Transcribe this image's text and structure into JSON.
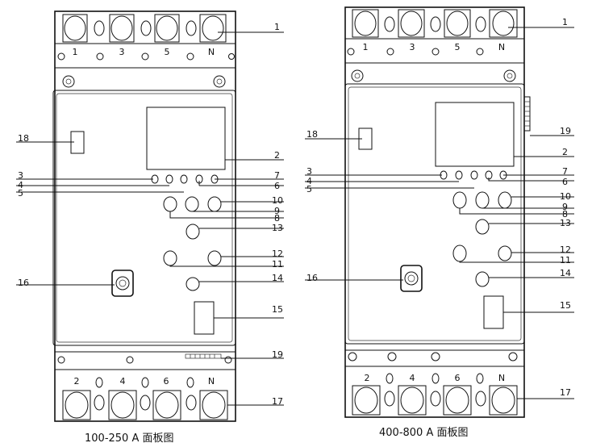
{
  "diagram_left": {
    "caption": "100-250 A 面板图",
    "terminal_top_labels": [
      "1",
      "3",
      "5",
      "N"
    ],
    "terminal_bottom_labels": [
      "2",
      "4",
      "6",
      "N"
    ],
    "callouts": [
      "1",
      "2",
      "3",
      "4",
      "5",
      "6",
      "7",
      "8",
      "9",
      "10",
      "11",
      "12",
      "13",
      "14",
      "15",
      "16",
      "17",
      "18",
      "19"
    ]
  },
  "diagram_right": {
    "caption": "400-800 A 面板图",
    "terminal_top_labels": [
      "1",
      "3",
      "5",
      "N"
    ],
    "terminal_bottom_labels": [
      "2",
      "4",
      "6",
      "N"
    ],
    "callouts": [
      "1",
      "2",
      "3",
      "4",
      "5",
      "6",
      "7",
      "8",
      "9",
      "10",
      "11",
      "12",
      "13",
      "14",
      "15",
      "16",
      "17",
      "18",
      "19"
    ]
  },
  "style": {
    "line_color": "#111111",
    "background": "#ffffff"
  }
}
